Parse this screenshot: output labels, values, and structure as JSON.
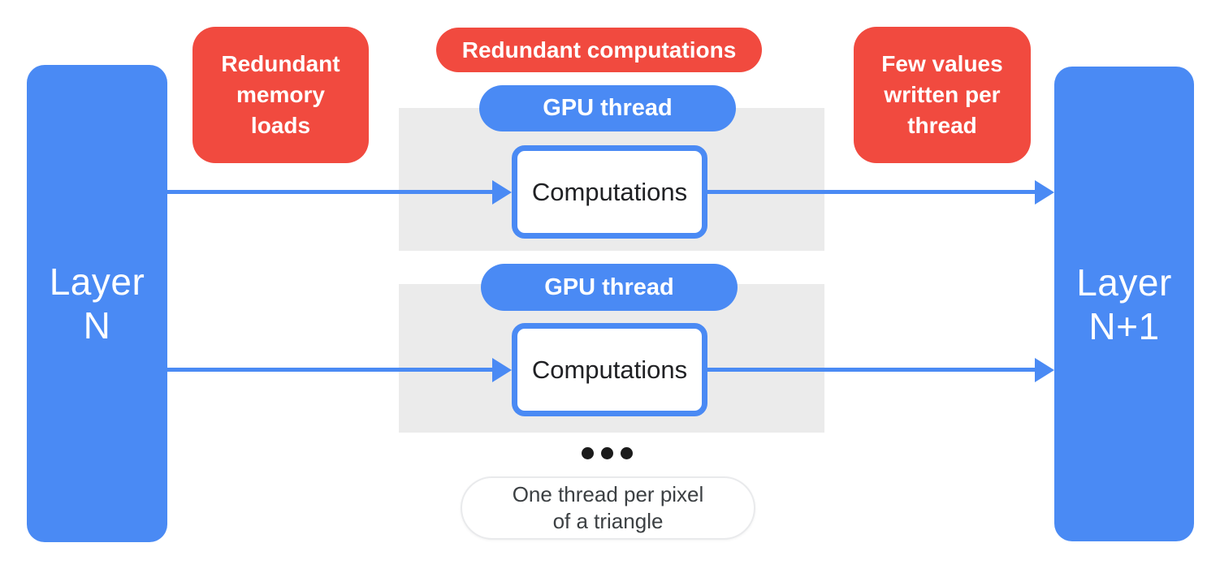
{
  "diagram": {
    "title_semantic": "GPU per-pixel shading of neural network layers",
    "colors": {
      "blue": "#4A8AF4",
      "red": "#F14A3F",
      "gray_group": "#EBEBEB",
      "text_dark": "#202124",
      "note_text": "#3C4043"
    },
    "layers": {
      "left": "Layer\nN",
      "right": "Layer\nN+1"
    },
    "issues": {
      "memory": "Redundant\nmemory\nloads",
      "computations": "Redundant computations",
      "few_values": "Few values\nwritten per\nthread"
    },
    "threads": [
      {
        "pill": "GPU thread",
        "box": "Computations"
      },
      {
        "pill": "GPU thread",
        "box": "Computations"
      }
    ],
    "ellipsis_icon": "three-dots",
    "note": "One thread per pixel\nof a triangle"
  }
}
